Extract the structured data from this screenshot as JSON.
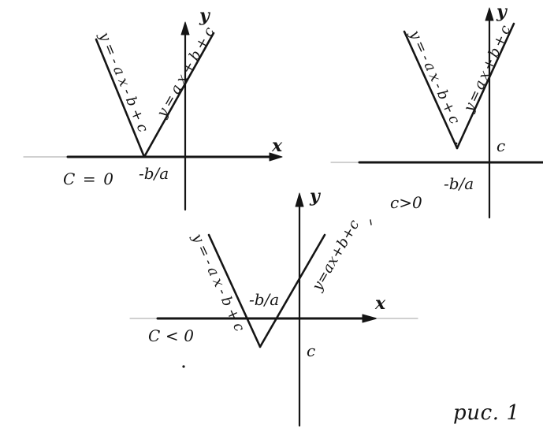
{
  "colors": {
    "ink": "#151515",
    "faint_ink": "#b5b5b5",
    "paper": "#ffffff"
  },
  "panels": [
    {
      "case": "C = 0",
      "vertex_label": "-b/a",
      "left_equation": "y=-ax-b+c",
      "right_equation": "y=ax+b+c",
      "x_label": "x",
      "y_label": "y"
    },
    {
      "case": "c>0",
      "vertex_label": "-b/a",
      "left_equation": "y=-ax-b+c",
      "right_equation": "y=ax+b+c",
      "y_label": "y",
      "c_label": "c"
    },
    {
      "case": "C < 0",
      "vertex_label": "-b/a",
      "left_equation": "y=-ax-b+c",
      "right_equation": "y=ax+b+c",
      "x_label": "x",
      "y_label": "y",
      "c_label": "c"
    }
  ],
  "caption": "рис. 1"
}
